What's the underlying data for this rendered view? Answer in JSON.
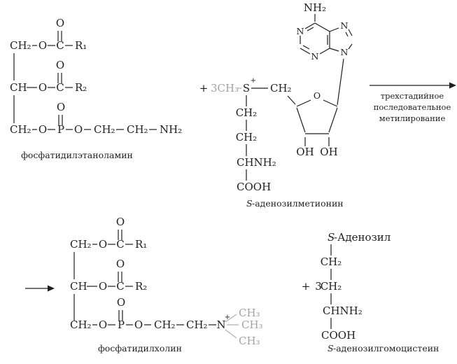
{
  "colors": {
    "ink": "#1f1f1f",
    "highlight": "#a3a3a3"
  },
  "pe": {
    "name": "фосфатидилэтаноламин",
    "row1": {
      "ch2": "CH₂",
      "o": "O",
      "c": "C",
      "o_dbl": "O",
      "r": "R₁"
    },
    "row2": {
      "ch": "CH",
      "o": "O",
      "c": "C",
      "o_dbl": "O",
      "r": "R₂"
    },
    "row3": {
      "ch2a": "CH₂",
      "o1": "O",
      "p": "P",
      "o_dbl": "O",
      "o2": "O",
      "ch2b": "CH₂",
      "ch2c": "CH₂",
      "nh2": "NH₂"
    }
  },
  "sam": {
    "plus": "+",
    "methyl": "3CH₃",
    "s": "S",
    "s_charge": "+",
    "ch2_ribose": "CH₂",
    "chain": [
      "CH₂",
      "CH₂",
      "CHNH₂",
      "COOH"
    ],
    "adenine": {
      "nh2": "NH₂",
      "n1": "N",
      "n3": "N",
      "n7": "N",
      "n9": "N"
    },
    "ribose": {
      "o": "O",
      "oh_left": "OH",
      "oh_right": "OH"
    },
    "name_italic": "S",
    "name_rest": "-аденозилметионин"
  },
  "conditions": {
    "line1": "трехстадийное",
    "line2": "последовательное",
    "line3": "метилирование"
  },
  "pc": {
    "name": "фосфатидилхолин",
    "row1": {
      "ch2": "CH₂",
      "o": "O",
      "c": "C",
      "o_dbl": "O",
      "r": "R₁"
    },
    "row2": {
      "ch": "CH",
      "o": "O",
      "c": "C",
      "o_dbl": "O",
      "r": "R₂"
    },
    "row3": {
      "ch2a": "CH₂",
      "o1": "O",
      "p": "P",
      "o_dbl": "O",
      "o2": "O",
      "ch2b": "CH₂",
      "ch2c": "CH₂",
      "n": "N",
      "n_charge": "+",
      "me1": "CH₃",
      "me2": "CH₃",
      "me3": "CH₃"
    }
  },
  "sah": {
    "plus": "+",
    "coeff": "3",
    "adenosyl_italic": "S",
    "adenosyl_rest": "-Аденозил",
    "chain": [
      "CH₂",
      "CH₂",
      "CHNH₂",
      "COOH"
    ],
    "name_italic": "S",
    "name_rest": "-аденозилгомоцистеин"
  }
}
